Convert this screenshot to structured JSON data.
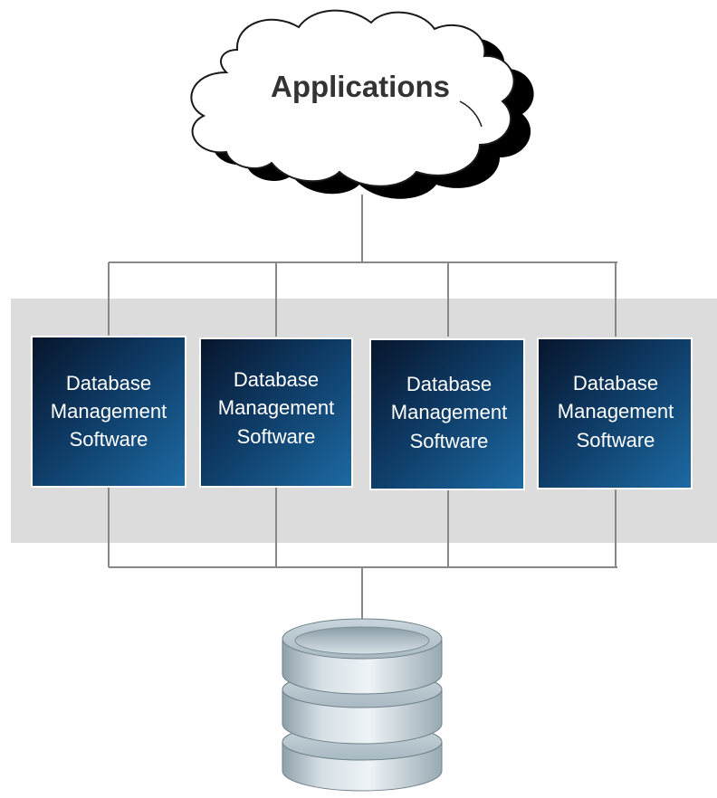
{
  "diagram": {
    "cloud": {
      "label": "Applications"
    },
    "dbms_boxes": [
      {
        "line1": "Database",
        "line2": "Management",
        "line3": "Software"
      },
      {
        "line1": "Database",
        "line2": "Management",
        "line3": "Software"
      },
      {
        "line1": "Database",
        "line2": "Management",
        "line3": "Software"
      },
      {
        "line1": "Database",
        "line2": "Management",
        "line3": "Software"
      }
    ],
    "storage": {
      "icon": "database-cylinder-icon"
    }
  },
  "colors": {
    "band": "#dcdcdc",
    "box_dark": "#0a1a33",
    "box_light": "#1a5f94",
    "connector": "#888888",
    "cloud_fill": "#ffffff",
    "cloud_shadow": "#000000",
    "label_dark": "#333333"
  }
}
